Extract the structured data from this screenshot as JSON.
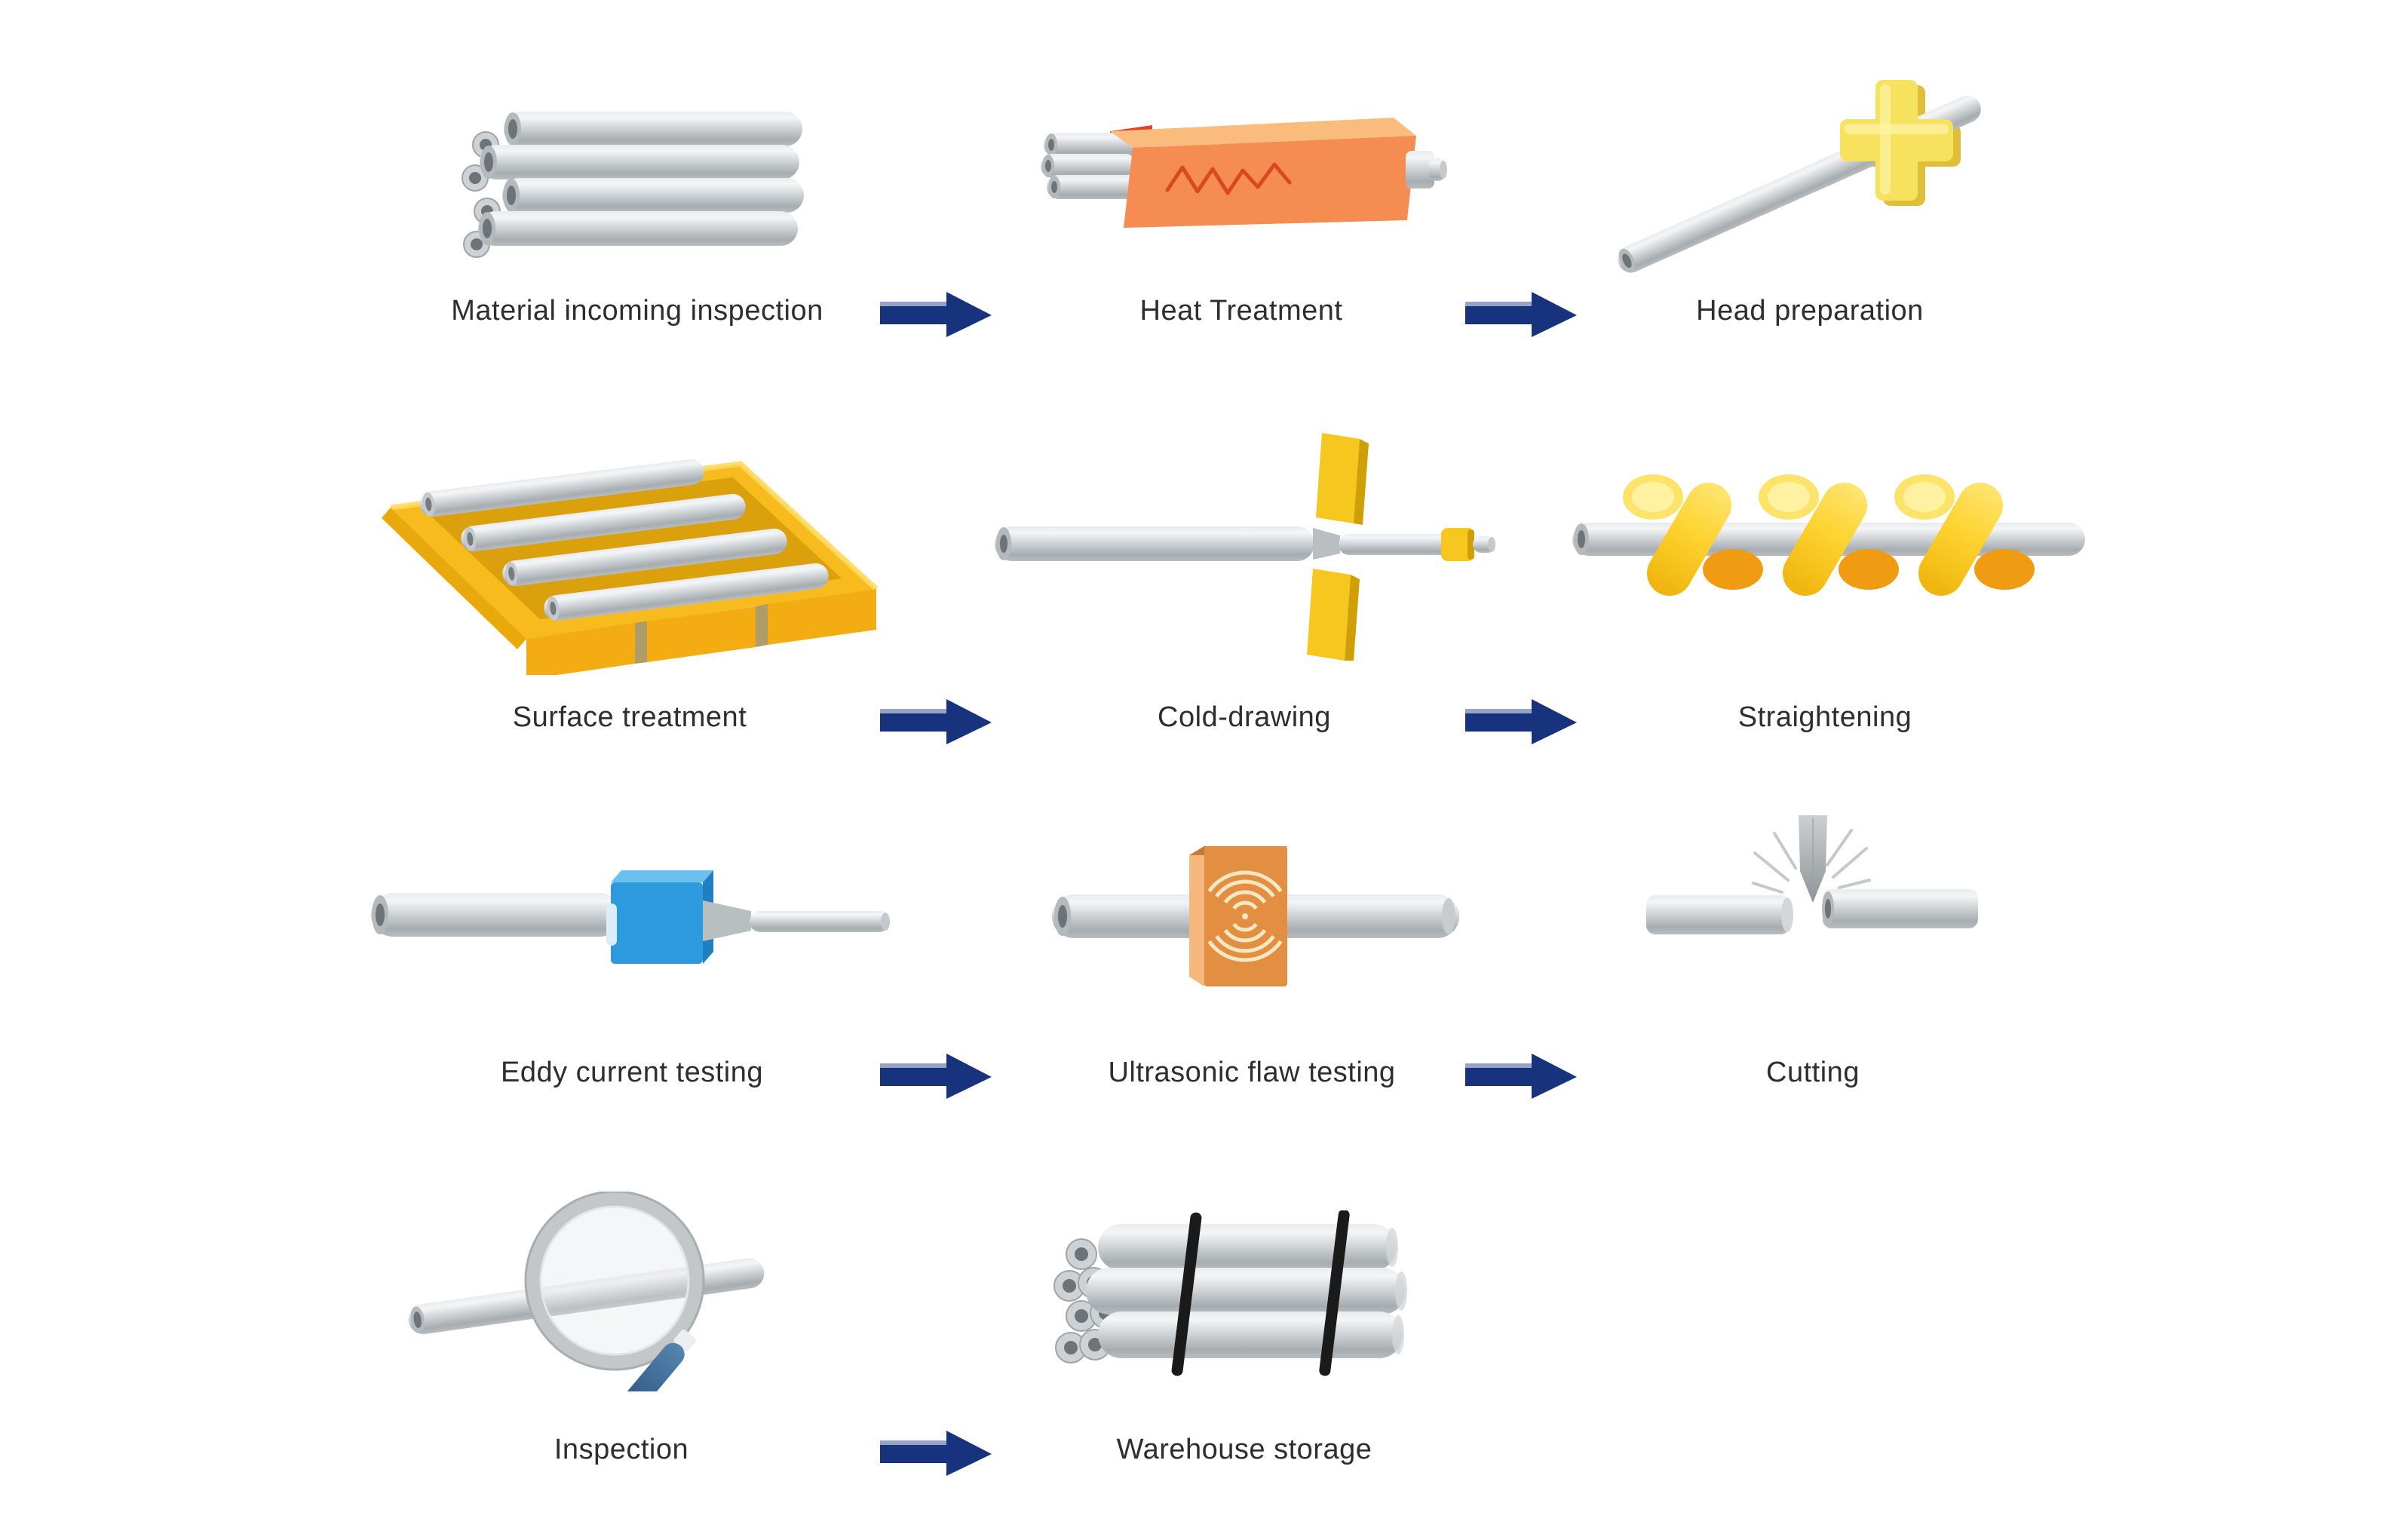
{
  "diagram": {
    "title": "",
    "background_color": "#ffffff",
    "arrow_color": "#17337e",
    "arrow_highlight_color": "#96a3c6",
    "label_color": "#2e2e2e",
    "steps": [
      {
        "label": "Material incoming inspection",
        "icon": "tube-bundle-icon"
      },
      {
        "label": "Heat Treatment",
        "icon": "heat-treatment-furnace-icon"
      },
      {
        "label": "Head preparation",
        "icon": "head-preparation-die-icon"
      },
      {
        "label": "Surface treatment",
        "icon": "surface-treatment-tray-icon"
      },
      {
        "label": "Cold-drawing",
        "icon": "cold-drawing-die-icon"
      },
      {
        "label": "Straightening",
        "icon": "straightening-rollers-icon"
      },
      {
        "label": "Eddy current testing",
        "icon": "eddy-current-probe-icon"
      },
      {
        "label": "Ultrasonic flaw testing",
        "icon": "ultrasonic-probe-icon"
      },
      {
        "label": "Cutting",
        "icon": "cutting-blade-icon"
      },
      {
        "label": "Inspection",
        "icon": "magnifying-glass-icon"
      },
      {
        "label": "Warehouse storage",
        "icon": "strapped-tube-bundle-icon"
      }
    ],
    "rows": [
      [
        0,
        1,
        2
      ],
      [
        3,
        4,
        5
      ],
      [
        6,
        7,
        8
      ],
      [
        9,
        10
      ]
    ]
  }
}
